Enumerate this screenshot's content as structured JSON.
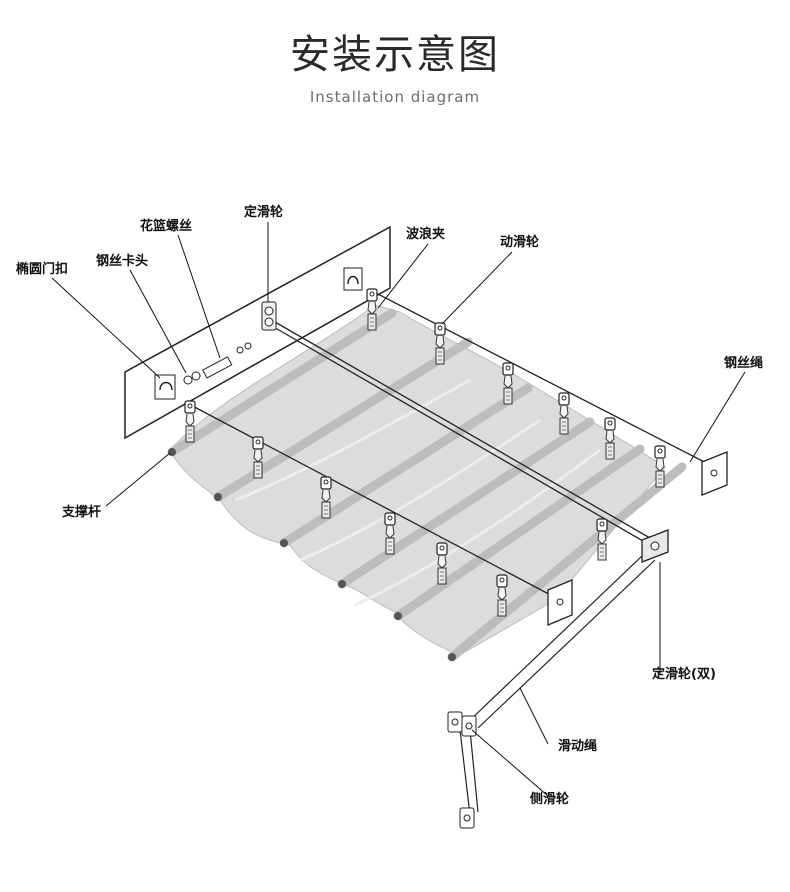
{
  "title": "安装示意图",
  "subtitle": "Installation diagram",
  "labels": {
    "oval_buckle": "椭圆门扣",
    "wire_clip": "钢丝卡头",
    "turnbuckle": "花篮螺丝",
    "fixed_pulley": "定滑轮",
    "wave_clip": "波浪夹",
    "moving_pulley": "动滑轮",
    "wire_rope": "钢丝绳",
    "support_rod": "支撑杆",
    "fixed_pulley_double": "定滑轮(双)",
    "sliding_rope": "滑动绳",
    "side_pulley": "侧滑轮"
  },
  "colors": {
    "fabric": "#d8d8d8",
    "rod": "#b8b8b8",
    "rod_end": "#555555",
    "line": "#222222",
    "plate": "#ffffff"
  }
}
